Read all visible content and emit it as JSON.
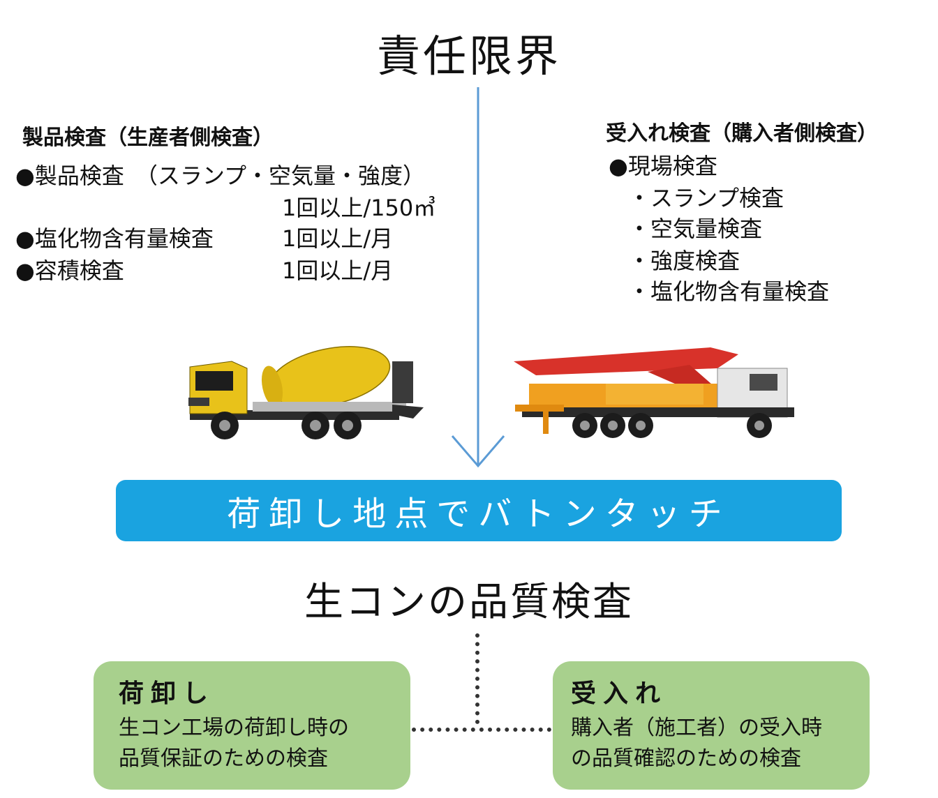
{
  "title": "責任限界",
  "left": {
    "heading": "製品検査（生産者側検査）",
    "items": [
      {
        "bullet": "●",
        "label": "製品検査　（スランプ・空気量・強度）",
        "freq": ""
      },
      {
        "bullet": "",
        "label": "",
        "freq": "1回以上/150㎥"
      },
      {
        "bullet": "●",
        "label": "塩化物含有量検査",
        "freq": "1回以上/月"
      },
      {
        "bullet": "●",
        "label": "容積検査",
        "freq": "1回以上/月"
      }
    ]
  },
  "right": {
    "heading": "受入れ検査（購入者側検査）",
    "main_item": "●現場検査",
    "sub_items": [
      "・スランプ検査",
      "・空気量検査",
      "・強度検査",
      "・塩化物含有量検査"
    ]
  },
  "banner": "荷卸し地点でバトンタッチ",
  "quality_title": "生コンの品質検査",
  "cards": [
    {
      "title": "荷卸し",
      "lines": [
        "生コン工場の荷卸し時の",
        "品質保証のための検査"
      ]
    },
    {
      "title": "受入れ",
      "lines": [
        "購入者（施工者）の受入時",
        "の品質確認のための検査"
      ]
    }
  ],
  "colors": {
    "arrow": "#5b9bd5",
    "banner": "#1aa3e0",
    "card": "#a8d08d",
    "mixer": "#e8c21a",
    "pump_boom": "#d8322a"
  },
  "icons": [
    "mixer-truck-image",
    "pump-truck-image"
  ]
}
